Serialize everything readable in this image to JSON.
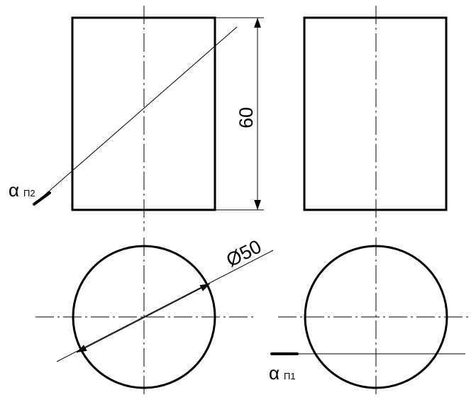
{
  "drawing": {
    "dimension_height": "60",
    "dimension_diameter": "Ø50",
    "plane_front": {
      "symbol": "α",
      "subscript": "П2"
    },
    "plane_horizontal": {
      "symbol": "α",
      "subscript": "П1"
    }
  }
}
